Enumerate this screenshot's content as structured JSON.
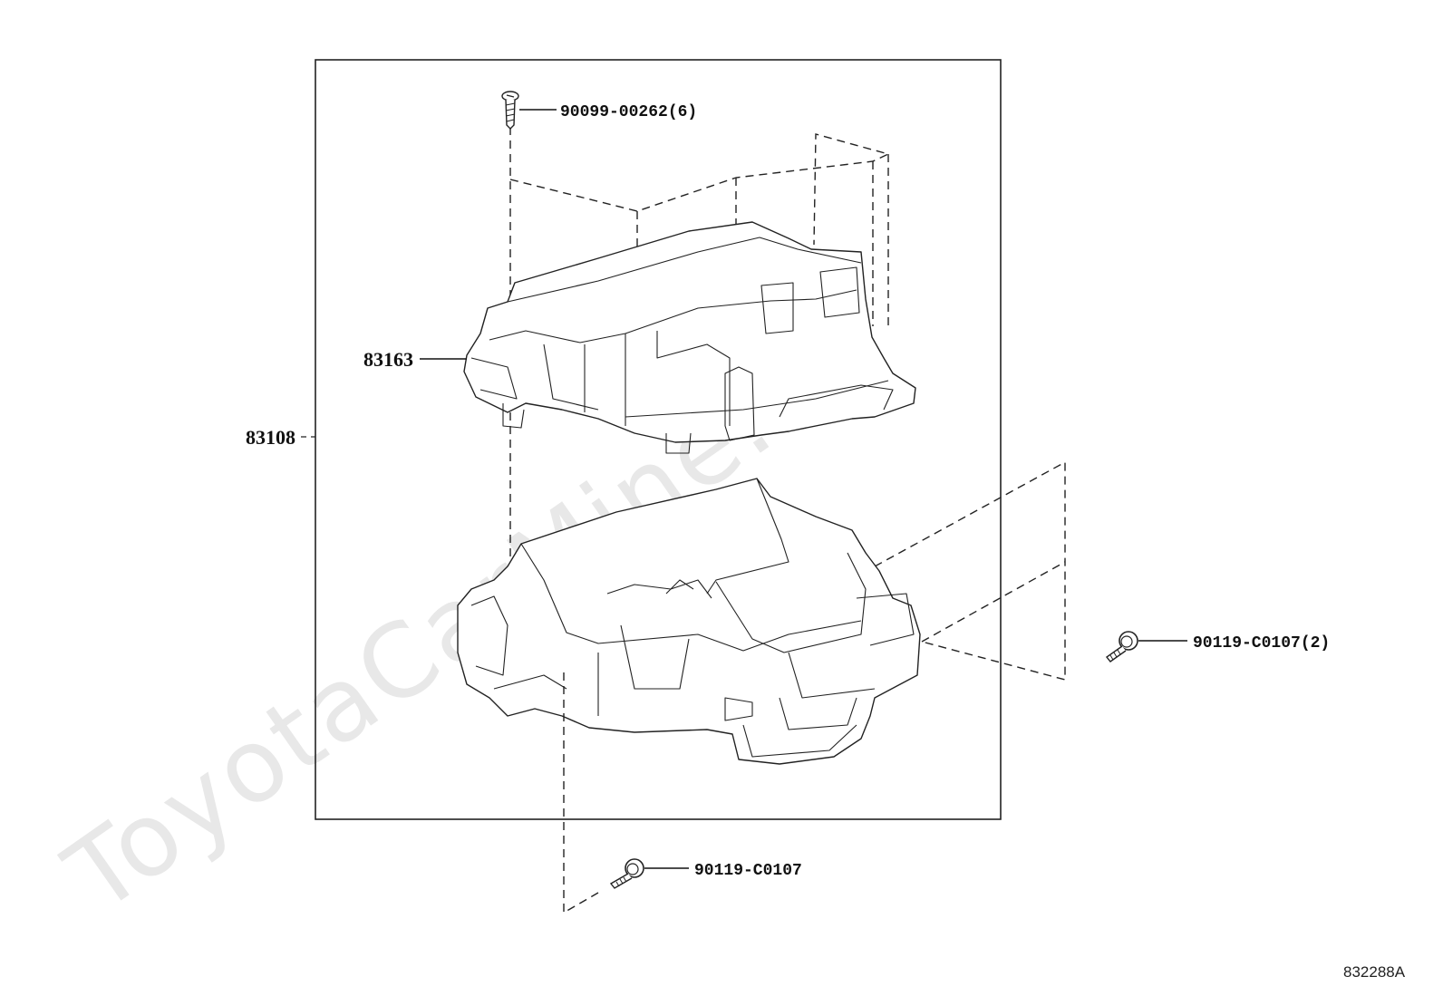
{
  "watermark": "ToyotaCarMine.ru",
  "callouts": {
    "screw_top": "90099-00262(6)",
    "upper_case": "83163",
    "assembly": "83108",
    "bolt_right": "90119-C0107(2)",
    "bolt_bottom": "90119-C0107"
  },
  "diagram_code": "832288A"
}
